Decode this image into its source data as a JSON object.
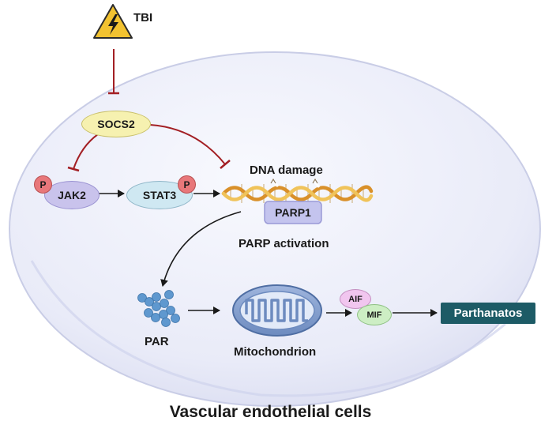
{
  "trigger": {
    "label": "TBI",
    "icon": "lightning-warning-icon"
  },
  "nodes": {
    "socs2": "SOCS2",
    "jak2": "JAK2",
    "stat3": "STAT3",
    "phospho": "P",
    "parp1": "PARP1",
    "aif": "AIF",
    "mif": "MIF",
    "outcome": "Parthanatos"
  },
  "labels": {
    "dna_damage": "DNA damage",
    "parp_activation": "PARP activation",
    "par": "PAR",
    "mitochondrion": "Mitochondrion",
    "cell_caption": "Vascular endothelial cells"
  },
  "colors": {
    "inhibition": "#a31f24",
    "activation": "#1a1a1a",
    "cell_fill": "#e6e8f6",
    "socs2_fill": "#f6f1b0",
    "jak2_fill": "#c9c3ec",
    "stat3_fill": "#cfe8f2",
    "phospho_fill": "#e8777a",
    "parp1_fill": "#c4c4ee",
    "par_beads": "#5f98cf",
    "mito_outer": "#6d8bbf",
    "aif_fill": "#f1c6ef",
    "mif_fill": "#cdeec4",
    "outcome_fill": "#1d5b66"
  }
}
